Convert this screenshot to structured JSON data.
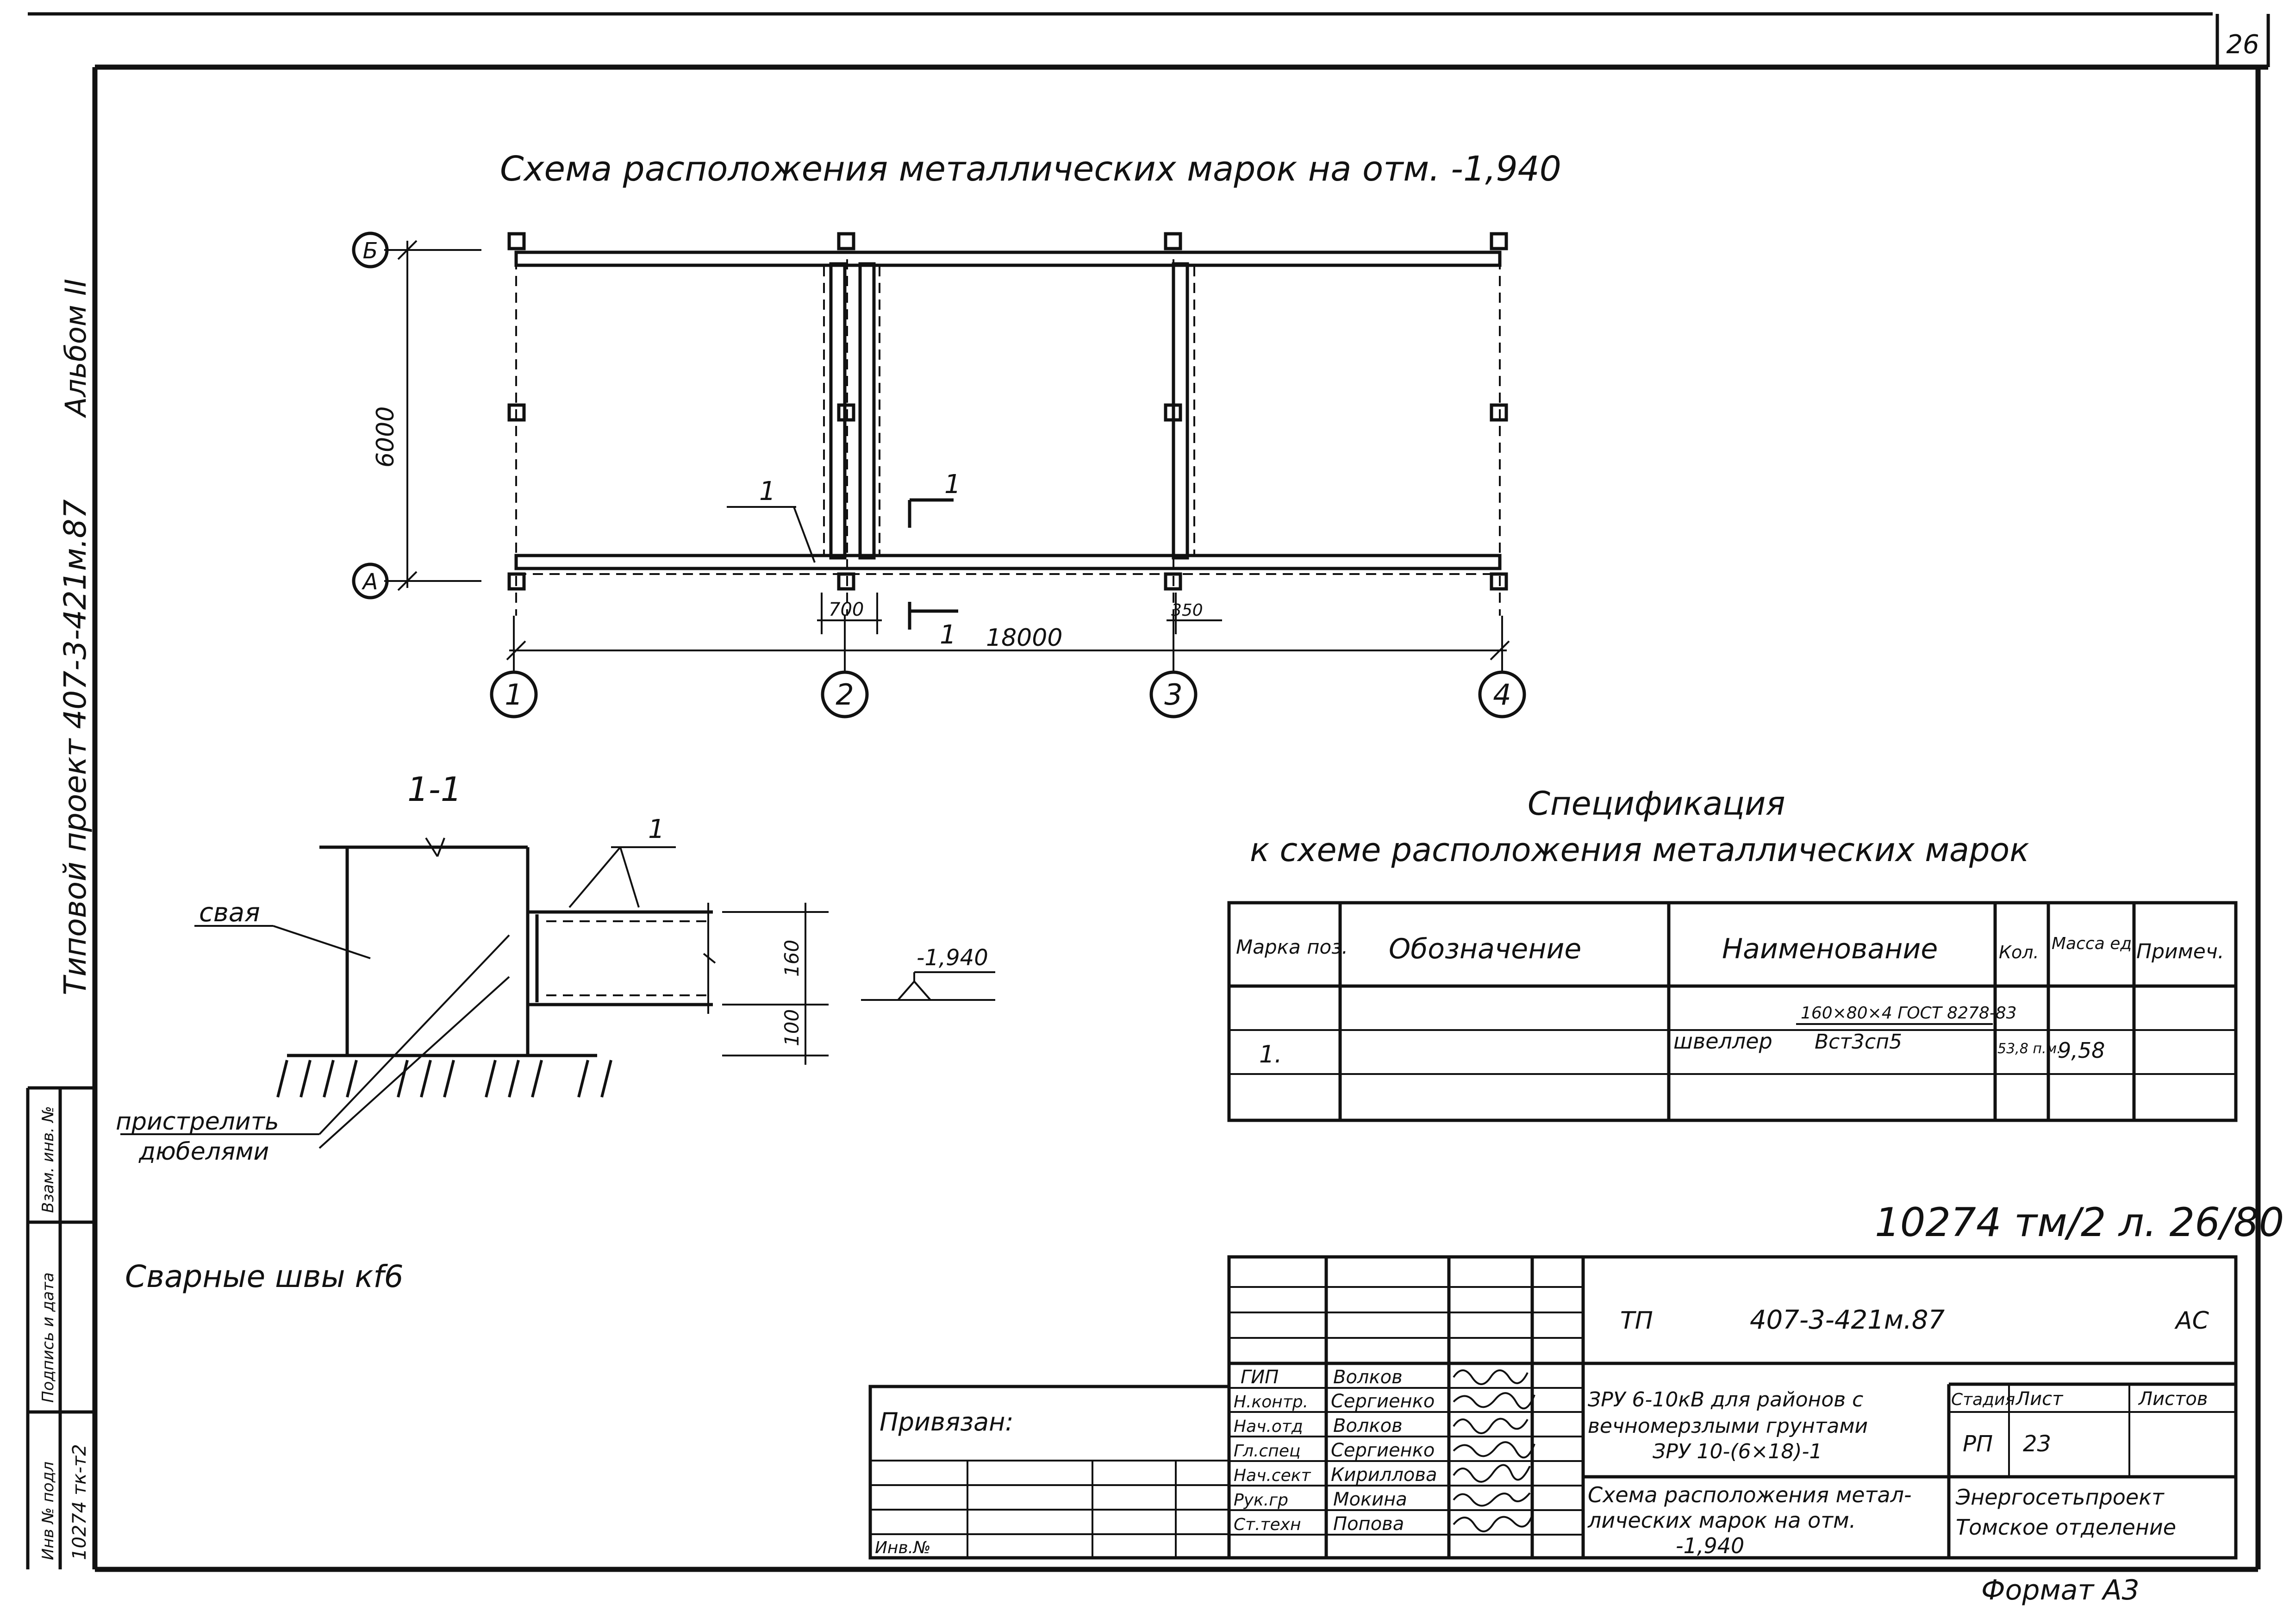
{
  "sheet": {
    "page_number": "26",
    "format_label": "Формат А3"
  },
  "margin": {
    "album": "Альбом II",
    "project": "Типовой проект 407-3-421м.87",
    "stamp_sign": "Подпись и дата",
    "stamp_invzam": "Взам. инв. №",
    "inv_label": "Инв № подл",
    "inv_number": "10274 тк-т2"
  },
  "plan": {
    "title": "Схема расположения металлических марок на отм. -1,940",
    "axes_letters": [
      "Б",
      "А"
    ],
    "axes_numbers": [
      "1",
      "2",
      "3",
      "4"
    ],
    "dim_height": "6000",
    "dim_length": "18000",
    "dim_700": "700",
    "dim_350": "350",
    "mark_label": "1",
    "section_mark_top": "1",
    "section_mark_bottom": "1"
  },
  "section": {
    "title": "1-1",
    "pile_label": "свая",
    "mark_label": "1",
    "elevation": "-1,940",
    "dim_160": "160",
    "dim_100": "100",
    "note_line1": "пристрелить",
    "note_line2": "дюбелями",
    "weld_note": "Сварные швы кf6"
  },
  "spec": {
    "title_line1": "Спецификация",
    "title_line2": "к схеме расположения металлических марок",
    "headers": [
      "Марка поз.",
      "Обозначение",
      "Наименование",
      "Кол.",
      "Масса ед.",
      "Примеч."
    ],
    "row": {
      "pos": "1.",
      "name": "швеллер",
      "profile_top": "160×80×4 ГОСТ 8278-83",
      "profile_bottom": "Вст3сп5",
      "qty": "53,8 п.м.",
      "mass": "9,58"
    }
  },
  "handwritten_ref": "10274 тм/2 л. 26/80",
  "title_block": {
    "tp_label": "ТП",
    "code": "407-3-421м.87",
    "stage_code": "АС",
    "linked_label": "Привязан:",
    "inv_label": "Инв.№",
    "roles": [
      "ГИП",
      "Н.контр.",
      "Нач.отд",
      "Гл.спец",
      "Нач.сект",
      "Рук.гр",
      "Ст.техн"
    ],
    "names": [
      "Волков",
      "Сергиенко",
      "Волков",
      "Сергиенко",
      "Кириллова",
      "Мокина",
      "Попова"
    ],
    "object_line1": "ЗРУ 6-10кВ для районов с",
    "object_line2": "вечномерзлыми грунтами",
    "object_line3": "ЗРУ 10-(6×18)-1",
    "sheet_title_line1": "Схема расположения метал-",
    "sheet_title_line2": "лических марок на отм.",
    "sheet_title_line3": "-1,940",
    "col_stage": "Стадия",
    "col_sheet": "Лист",
    "col_sheets": "Листов",
    "stage_value": "РП",
    "sheet_value": "23",
    "org_line1": "Энергосетьпроект",
    "org_line2": "Томское отделение"
  }
}
